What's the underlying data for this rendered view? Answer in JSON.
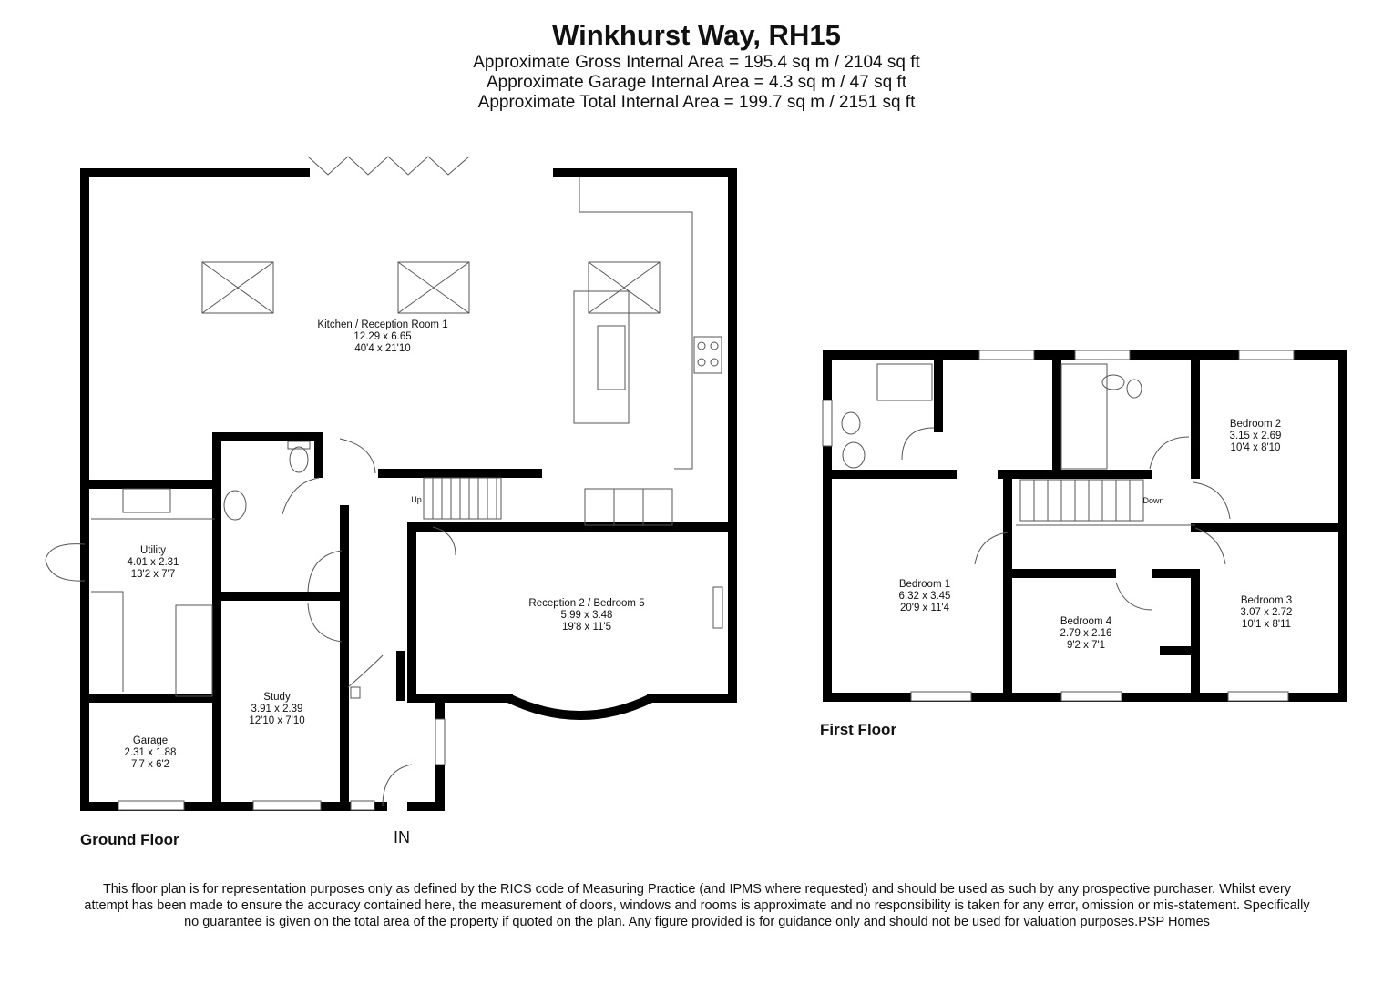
{
  "header": {
    "title": "Winkhurst Way, RH15",
    "gross_area": "Approximate Gross Internal Area = 195.4 sq m / 2104 sq ft",
    "garage_area": "Approximate Garage Internal Area = 4.3 sq m / 47 sq ft",
    "total_area": "Approximate Total Internal Area = 199.7 sq m / 2151 sq ft"
  },
  "ground_floor": {
    "label": "Ground Floor",
    "entrance": "IN",
    "stairs": "Up",
    "rooms": {
      "kitchen": {
        "name": "Kitchen / Reception Room 1",
        "metric": "12.29 x 6.65",
        "imperial": "40'4 x 21'10"
      },
      "utility": {
        "name": "Utility",
        "metric": "4.01 x 2.31",
        "imperial": "13'2 x 7'7"
      },
      "reception2": {
        "name": "Reception 2 / Bedroom 5",
        "metric": "5.99 x 3.48",
        "imperial": "19'8 x 11'5"
      },
      "study": {
        "name": "Study",
        "metric": "3.91 x 2.39",
        "imperial": "12'10 x 7'10"
      },
      "garage": {
        "name": "Garage",
        "metric": "2.31 x 1.88",
        "imperial": "7'7 x 6'2"
      }
    }
  },
  "first_floor": {
    "label": "First Floor",
    "stairs": "Down",
    "rooms": {
      "bedroom1": {
        "name": "Bedroom 1",
        "metric": "6.32 x 3.45",
        "imperial": "20'9 x 11'4"
      },
      "bedroom2": {
        "name": "Bedroom 2",
        "metric": "3.15 x 2.69",
        "imperial": "10'4 x 8'10"
      },
      "bedroom3": {
        "name": "Bedroom 3",
        "metric": "3.07 x 2.72",
        "imperial": "10'1 x 8'11"
      },
      "bedroom4": {
        "name": "Bedroom 4",
        "metric": "2.79 x 2.16",
        "imperial": "9'2 x 7'1"
      }
    }
  },
  "disclaimer": "This floor plan is for representation purposes only as defined by the RICS code of Measuring Practice (and IPMS where requested) and should be used as such by any prospective purchaser. Whilst every attempt has been made to ensure the accuracy contained here, the measurement of doors, windows and rooms is approximate and no responsibility is taken for any error, omission or mis-statement. Specifically no guarantee is given on the total area of the property if quoted on the plan. Any figure provided is for guidance only and should not be used for valuation purposes.PSP Homes"
}
